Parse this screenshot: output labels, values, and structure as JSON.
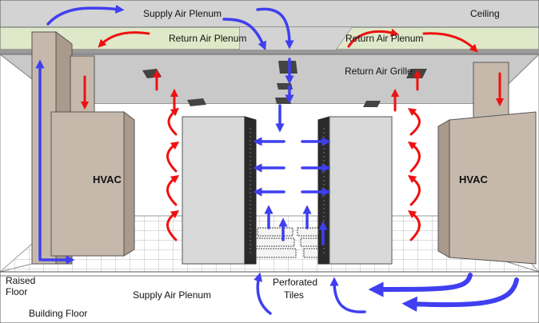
{
  "labels": {
    "supply_air_plenum_top": "Supply Air Plenum",
    "ceiling": "Ceiling",
    "return_air_plenum_left": "Return Air Plenum",
    "return_air_plenum_right": "Return Air Plenum",
    "return_air_grille": "Return Air Grille",
    "hvac_left": "HVAC",
    "hvac_right": "HVAC",
    "raised_floor_line1": "Raised",
    "raised_floor_line2": "Floor",
    "building_floor": "Building Floor",
    "supply_air_plenum_bottom": "Supply Air Plenum",
    "perforated_tiles_line1": "Perforated",
    "perforated_tiles_line2": "Tiles"
  },
  "colors": {
    "supply_air": "#3f3ff0",
    "return_air": "#ee1111",
    "ceiling_gray": "#cfcfcf",
    "hvac_tan": "#c8bcb0",
    "rack_gray": "#dadada"
  }
}
